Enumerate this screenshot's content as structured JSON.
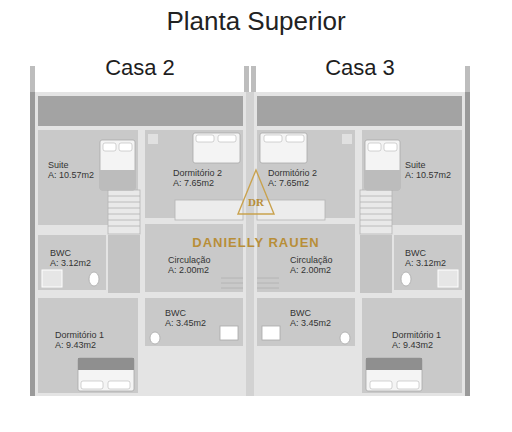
{
  "diagram": {
    "title": "Planta Superior",
    "nodes": [
      {
        "text": [
          "Casa 2"
        ]
      },
      {
        "text": [
          "Suite",
          "A: 10.57m2"
        ],
        "in": 0
      },
      {
        "text": [
          "Dormitório 2",
          "A: 7.65m2"
        ],
        "in": 0
      },
      {
        "text": [
          "BWC",
          "A: 3.12m2"
        ],
        "in": 0
      },
      {
        "text": [
          "Circulação",
          "A: 2.00m2"
        ],
        "in": 0
      },
      {
        "text": [
          "BWC",
          "A: 3.45m2"
        ],
        "in": 0
      },
      {
        "text": [
          "Dormitório 1",
          "A: 9.43m2"
        ],
        "in": 0
      },
      {
        "text": [
          "Casa 3"
        ]
      },
      {
        "text": [
          "Dormitório 2",
          "A: 7.65m2"
        ],
        "in": 7
      },
      {
        "text": [
          "Suite",
          "A: 10.57m2"
        ],
        "in": 7
      },
      {
        "text": [
          "Circulação",
          "A: 2.00m2"
        ],
        "in": 7
      },
      {
        "text": [
          "BWC",
          "A: 3.12m2"
        ],
        "in": 7
      },
      {
        "text": [
          "BWC",
          "A: 3.45m2"
        ],
        "in": 7
      },
      {
        "text": [
          "Dormitório 1",
          "A: 9.43m2"
        ],
        "in": 7
      }
    ],
    "labels": [
      "DR",
      "DANIELLY RAUEN"
    ]
  }
}
